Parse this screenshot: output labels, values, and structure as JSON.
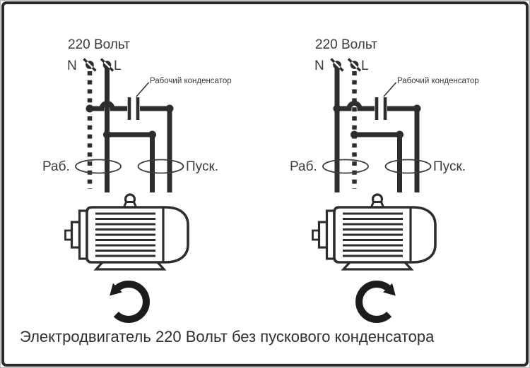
{
  "frame": {
    "background": "#ffffff",
    "border_color": "#2b2b2b"
  },
  "ink_color": "#2d2d2d",
  "caption": {
    "text": "Электродвигатель 220 Вольт без пускового конденсатора"
  },
  "diagrams": {
    "left": {
      "title": "220 Вольт",
      "terminal_n_label": "N",
      "terminal_l_label": "L",
      "capacitor_label": "Рабочий конденсатор",
      "run_winding_label": "Раб.",
      "start_winding_label": "Пуск.",
      "rotation_direction": "counterclockwise",
      "neutral_wire_style": "dotted",
      "line_wire_style": "solid"
    },
    "right": {
      "title": "220 Вольт",
      "terminal_n_label": "N",
      "terminal_l_label": "L",
      "capacitor_label": "Рабочий конденсатор",
      "run_winding_label": "Раб.",
      "start_winding_label": "Пуск.",
      "rotation_direction": "clockwise",
      "neutral_wire_style": "solid",
      "line_wire_style": "dotted"
    }
  }
}
